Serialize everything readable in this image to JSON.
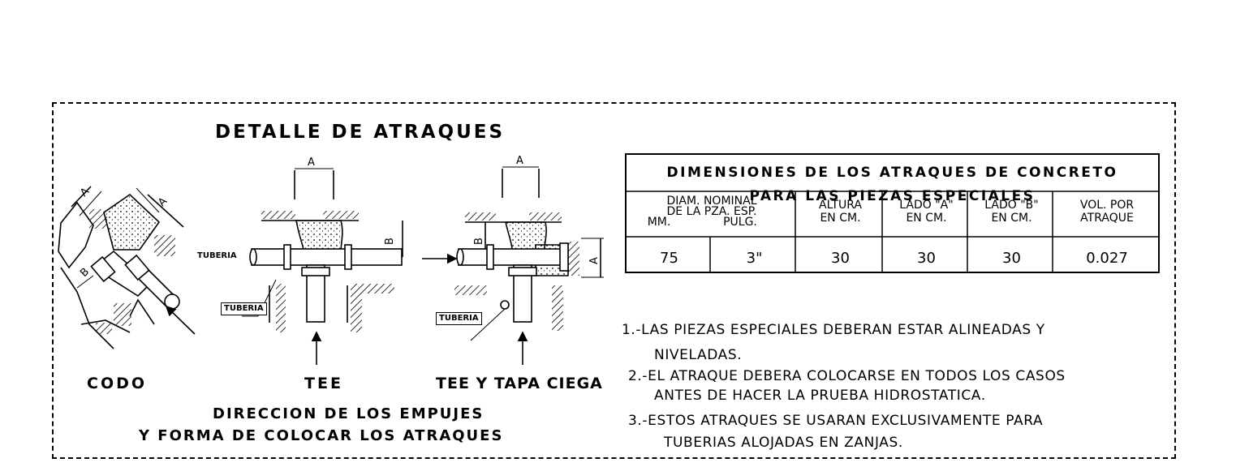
{
  "detail": {
    "title": "DETALLE DE ATRAQUES",
    "labels": {
      "codo": "CODO",
      "tee": "TEE",
      "tee_tapa": "TEE Y TAPA CIEGA"
    },
    "dimension_marks": {
      "a": "A",
      "b": "B"
    },
    "tuberia": "TUBERIA",
    "caption_line1": "DIRECCION DE LOS EMPUJES",
    "caption_line2": "Y FORMA DE COLOCAR LOS ATRAQUES"
  },
  "table": {
    "title_line1": "DIMENSIONES DE LOS ATRAQUES DE CONCRETO",
    "title_line2": "PARA LAS PIEZAS ESPECIALES",
    "headers": {
      "diam_l1": "DIAM. NOMINAL",
      "diam_l2": "DE LA PZA. ESP.",
      "mm": "MM.",
      "pulg": "PULG.",
      "altura_l1": "ALTURA",
      "altura_l2": "EN CM.",
      "lado_a_l1": "LADO \"A\"",
      "lado_a_l2": "EN CM.",
      "lado_b_l1": "LADO \"B\"",
      "lado_b_l2": "EN CM.",
      "vol_l1": "VOL. POR",
      "vol_l2": "ATRAQUE"
    },
    "row": {
      "mm": "75",
      "pulg": "3\"",
      "altura": "30",
      "lado_a": "30",
      "lado_b": "30",
      "vol": "0.027"
    }
  },
  "notes": {
    "n1_l1": "1.-LAS PIEZAS ESPECIALES DEBERAN ESTAR ALINEADAS Y",
    "n1_l2": "NIVELADAS.",
    "n2_l1": "2.-EL ATRAQUE DEBERA COLOCARSE EN TODOS LOS CASOS",
    "n2_l2": "ANTES DE HACER LA PRUEBA HIDROSTATICA.",
    "n3_l1": "3.-ESTOS ATRAQUES SE USARAN EXCLUSIVAMENTE PARA",
    "n3_l2": "TUBERIAS ALOJADAS EN ZANJAS."
  }
}
